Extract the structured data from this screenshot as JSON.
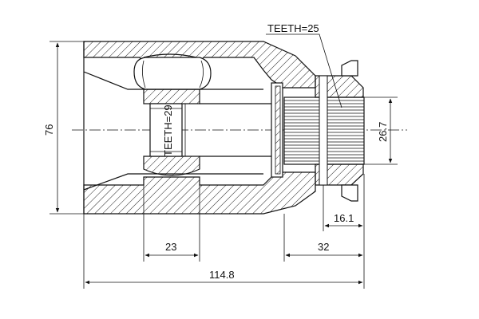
{
  "drawing": {
    "teeth_outer_label": "TEETH=25",
    "teeth_inner_label": "TEETH=29",
    "dimensions": {
      "outer_diameter": "76",
      "spline_diameter": "26.7",
      "spline_offset": "16.1",
      "inner_width": "23",
      "stem_length": "32",
      "overall_length": "114.8"
    }
  }
}
